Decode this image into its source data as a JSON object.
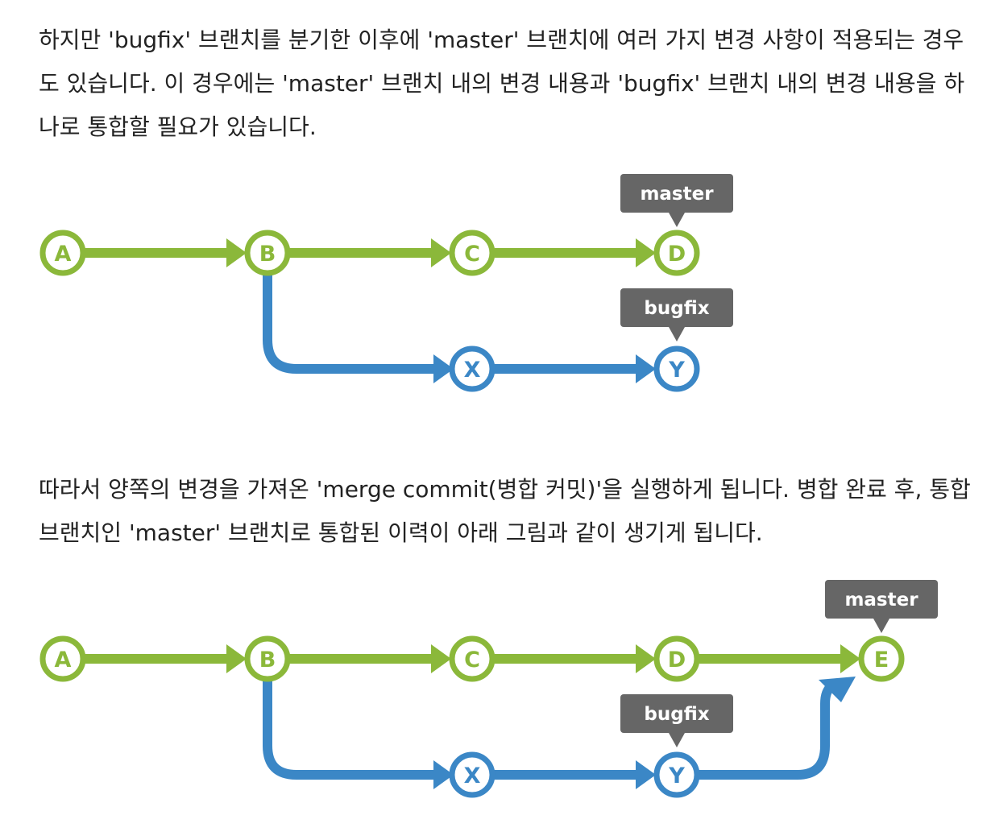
{
  "paragraph1": "하지만 'bugfix' 브랜치를 분기한 이후에 'master' 브랜치에 여러 가지 변경 사항이 적용되는 경우도 있습니다. 이 경우에는 'master' 브랜치 내의 변경 내용과 'bugfix' 브랜치 내의 변경 내용을 하나로 통합할 필요가 있습니다.",
  "paragraph2": "따라서 양쪽의 변경을 가져온 'merge commit(병합 커밋)'을 실행하게 됩니다. 병합 완료 후, 통합 브랜치인 'master' 브랜치로 통합된 이력이 아래 그림과 같이 생기게 됩니다.",
  "diagram1": {
    "commits": [
      "A",
      "B",
      "C",
      "D",
      "X",
      "Y"
    ],
    "labels": {
      "master": "master",
      "bugfix": "bugfix"
    }
  },
  "diagram2": {
    "commits": [
      "A",
      "B",
      "C",
      "D",
      "E",
      "X",
      "Y"
    ],
    "labels": {
      "master": "master",
      "bugfix": "bugfix"
    }
  },
  "colors": {
    "green": "#8bb83a",
    "blue": "#3b87c6",
    "tag": "#666666"
  }
}
